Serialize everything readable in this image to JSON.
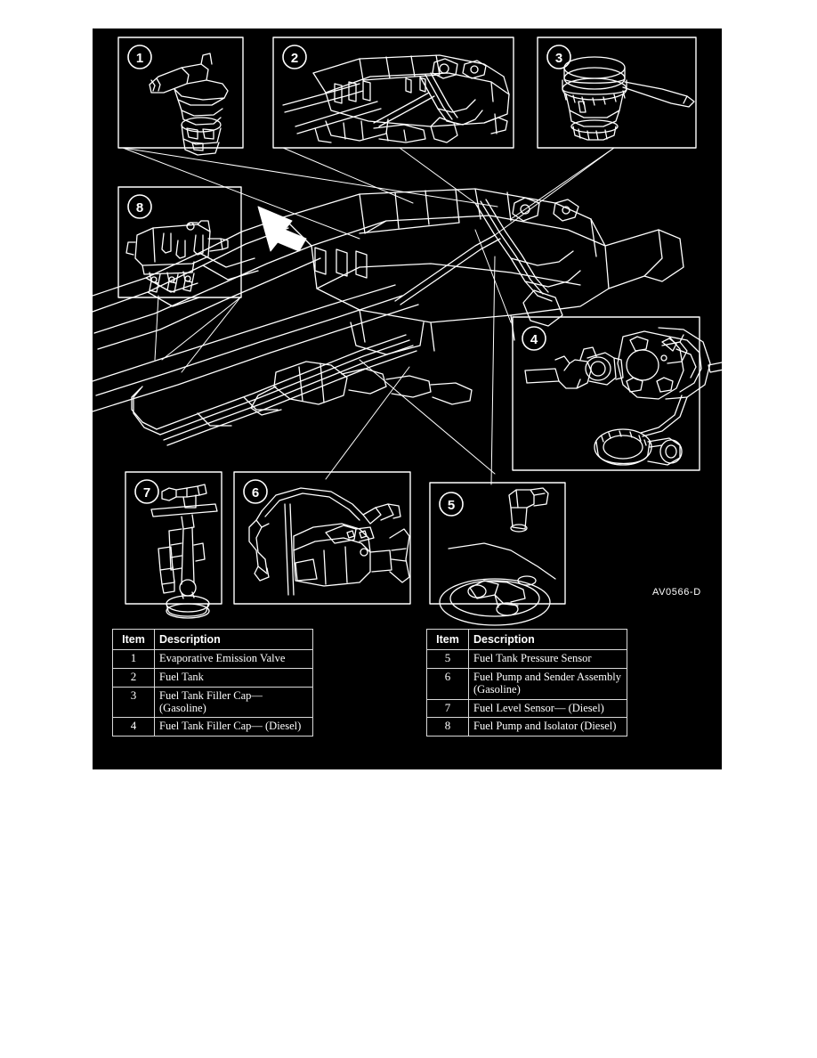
{
  "figure": {
    "reference_code": "AV0566-D",
    "panels": [
      {
        "number": "1",
        "name": "evaporative-emission-valve"
      },
      {
        "number": "2",
        "name": "fuel-tank"
      },
      {
        "number": "3",
        "name": "fuel-tank-filler-cap-gasoline"
      },
      {
        "number": "4",
        "name": "fuel-tank-filler-cap-diesel"
      },
      {
        "number": "5",
        "name": "fuel-tank-pressure-sensor"
      },
      {
        "number": "6",
        "name": "fuel-pump-and-sender-assembly-gasoline"
      },
      {
        "number": "7",
        "name": "fuel-level-sensor-diesel"
      },
      {
        "number": "8",
        "name": "fuel-pump-and-isolator-diesel"
      }
    ]
  },
  "tables": {
    "headers": {
      "item": "Item",
      "description": "Description"
    },
    "left": [
      {
        "item": "1",
        "description": "Evaporative Emission Valve"
      },
      {
        "item": "2",
        "description": "Fuel Tank"
      },
      {
        "item": "3",
        "description": "Fuel Tank Filler Cap— (Gasoline)"
      },
      {
        "item": "4",
        "description": "Fuel Tank Filler Cap— (Diesel)"
      }
    ],
    "right": [
      {
        "item": "5",
        "description": "Fuel Tank Pressure Sensor"
      },
      {
        "item": "6",
        "description": "Fuel Pump and Sender Assembly (Gasoline)"
      },
      {
        "item": "7",
        "description": "Fuel Level Sensor— (Diesel)"
      },
      {
        "item": "8",
        "description": "Fuel Pump and Isolator (Diesel)"
      }
    ]
  }
}
